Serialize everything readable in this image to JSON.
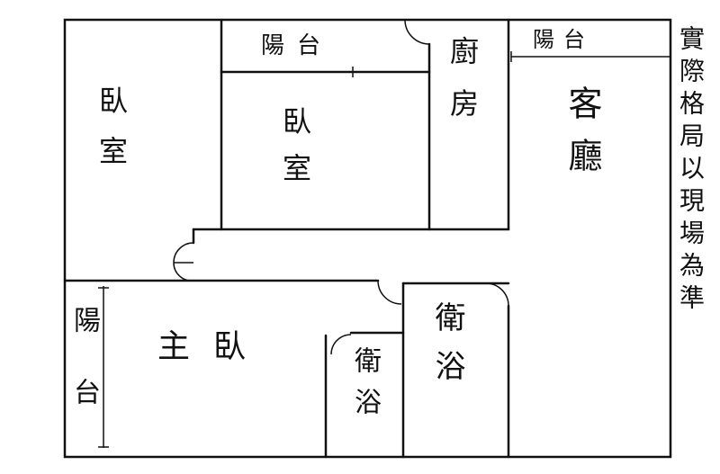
{
  "title": "Floor plan sketch",
  "rooms": {
    "bedroom_left": "臥室",
    "balcony_top_middle": "陽台",
    "bedroom_middle": "臥室",
    "kitchen": "廚房",
    "balcony_top_right": "陽台",
    "living_room": "客廳",
    "balcony_left": "陽台",
    "master_bedroom": "主臥",
    "bathroom_small": "衛浴",
    "bathroom_large": "衛浴"
  },
  "note": "實際格局以現場為準"
}
